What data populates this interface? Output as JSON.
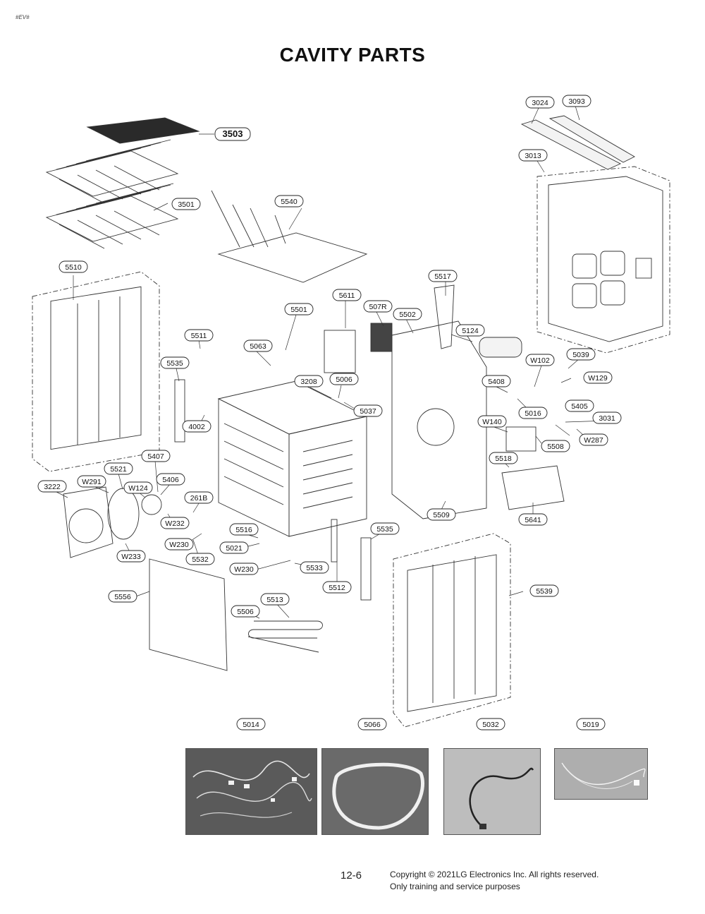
{
  "header": {
    "corner_tag": "#EV#",
    "title": "CAVITY PARTS"
  },
  "callouts": [
    "3503",
    "3501",
    "5540",
    "3024",
    "3093",
    "3013",
    "5510",
    "5517",
    "5611",
    "5501",
    "507R",
    "5502",
    "5124",
    "5511",
    "5063",
    "5535",
    "3208",
    "5006",
    "5037",
    "W102",
    "5039",
    "W129",
    "5408",
    "5016",
    "5405",
    "W140",
    "3031",
    "W287",
    "5508",
    "4002",
    "5407",
    "5521",
    "5406",
    "W291",
    "W124",
    "3222",
    "261B",
    "W232",
    "W230",
    "5532",
    "5516",
    "5021",
    "W233",
    "W230",
    "5533",
    "5535",
    "5512",
    "5518",
    "5509",
    "5641",
    "5556",
    "5506",
    "5513",
    "5539",
    "5014",
    "5066",
    "5032",
    "5019"
  ],
  "photos": [
    {
      "label": "5014",
      "icon": "wire-harness-photo"
    },
    {
      "label": "5066",
      "icon": "gasket-photo"
    },
    {
      "label": "5032",
      "icon": "sensor-cable-photo"
    },
    {
      "label": "5019",
      "icon": "thin-wire-photo"
    }
  ],
  "footer": {
    "page_number": "12-6",
    "copyright_line1": "Copyright © 2021LG Electronics Inc. All rights reserved.",
    "copyright_line2": "Only training and service purposes"
  }
}
